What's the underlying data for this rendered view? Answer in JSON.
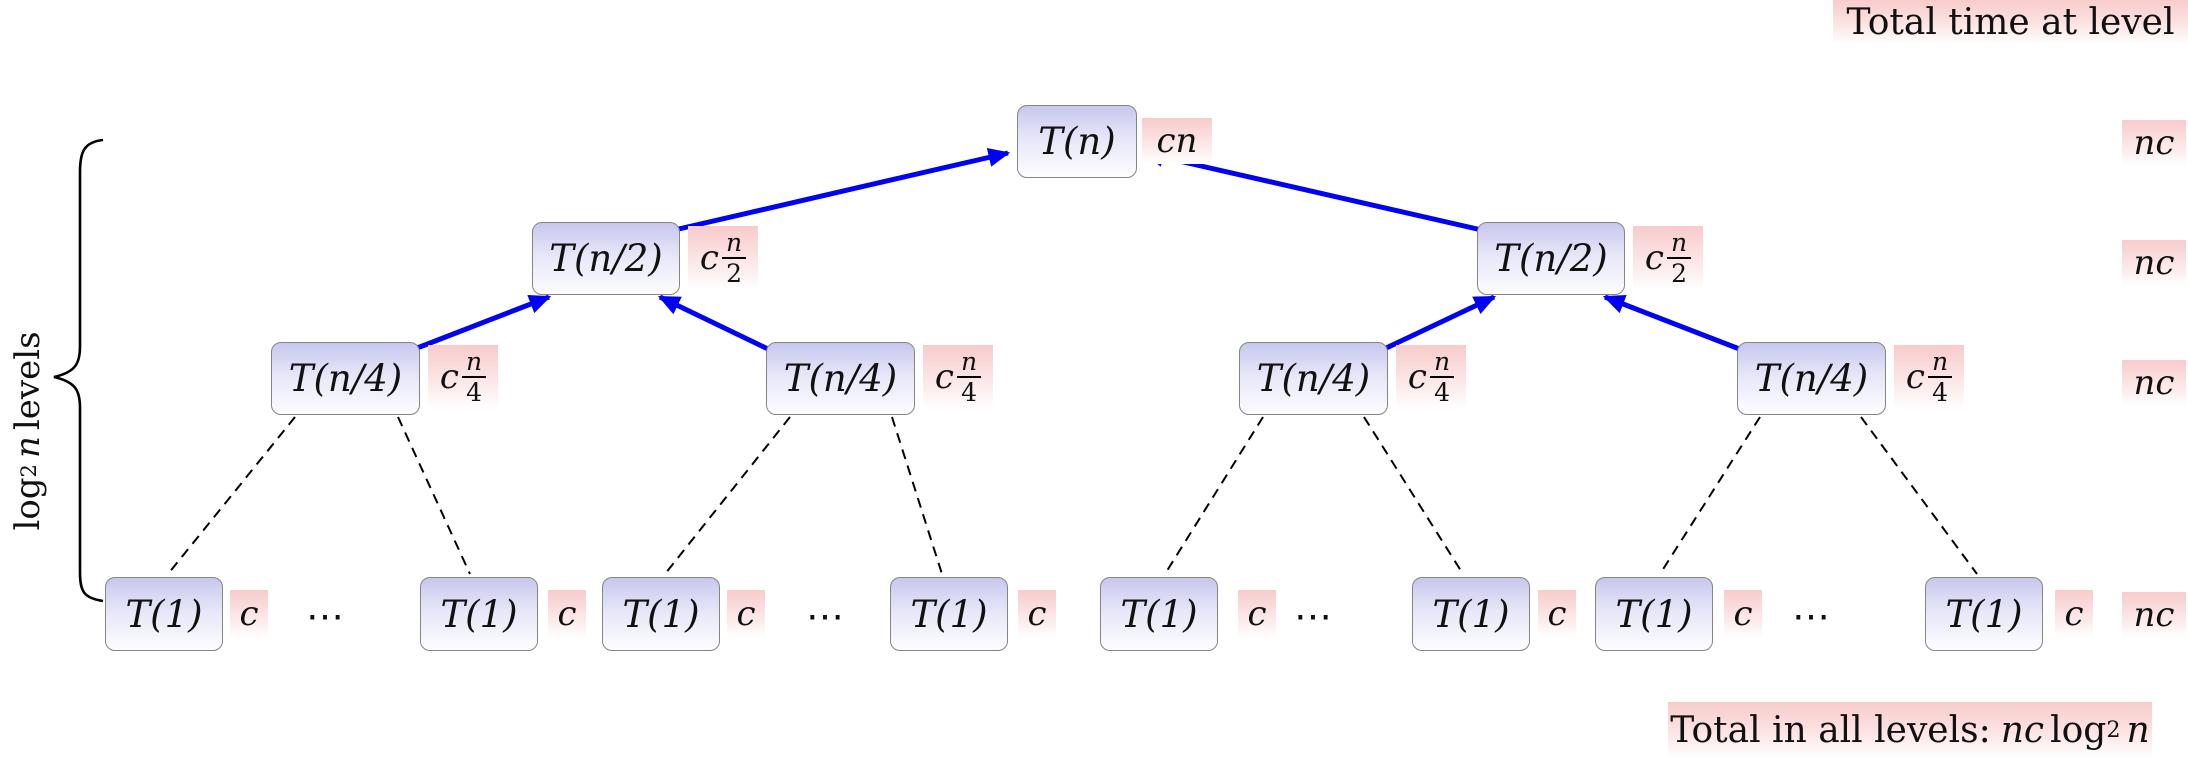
{
  "right_column": {
    "header_label": "Total time at level",
    "level_totals": [
      "nc",
      "nc",
      "nc",
      "nc"
    ]
  },
  "grand_total": {
    "label": "Total in all levels:",
    "nc": "nc",
    "log": "log",
    "base": "2",
    "n": "n"
  },
  "brace_label": {
    "log": "log",
    "base": "2",
    "n": "n",
    "word": "levels"
  },
  "tree": {
    "ellipsis": "⋯",
    "levels": [
      {
        "node_label": "T(n)",
        "cost_text": "cn"
      },
      {
        "node_label": "T(n/2)",
        "cost_coef": "c",
        "cost_num": "n",
        "cost_den": "2"
      },
      {
        "node_label": "T(n/4)",
        "cost_coef": "c",
        "cost_num": "n",
        "cost_den": "4"
      },
      {
        "node_label": "T(1)",
        "cost_text": "c"
      }
    ]
  },
  "colors": {
    "node_fill_top": "#c7c7ee",
    "node_border": "#858585",
    "cost_fill_top": "#f8cbcb",
    "arrow_blue": "#0202f2",
    "line_black": "#000000"
  }
}
